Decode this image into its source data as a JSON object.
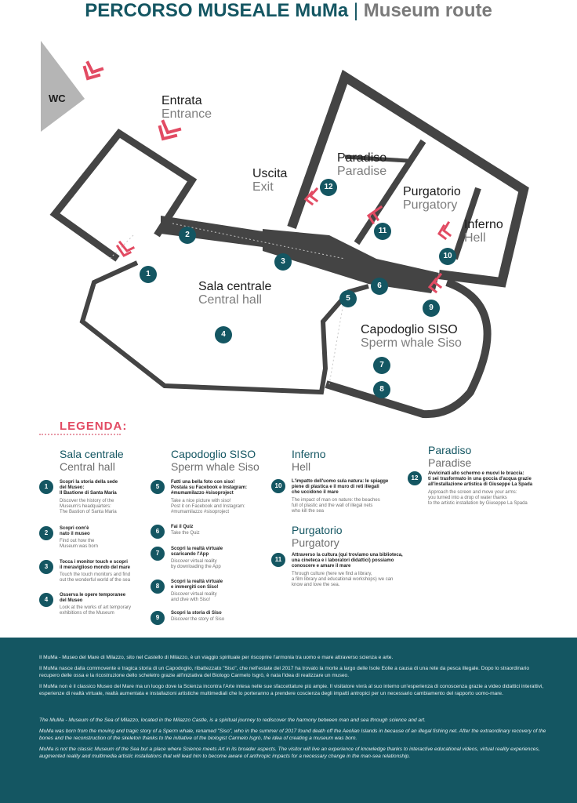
{
  "header": {
    "title_it": "PERCORSO MUSEALE MuMa",
    "separator": "|",
    "title_en": "Museum route"
  },
  "map": {
    "wc": "WC",
    "rooms": {
      "entrata": {
        "it": "Entrata",
        "en": "Entrance"
      },
      "uscita": {
        "it": "Uscita",
        "en": "Exit"
      },
      "paradiso": {
        "it": "Paradiso",
        "en": "Paradise"
      },
      "purgatorio": {
        "it": "Purgatorio",
        "en": "Purgatory"
      },
      "inferno": {
        "it": "Inferno",
        "en": "Hell"
      },
      "sala": {
        "it": "Sala centrale",
        "en": "Central hall"
      },
      "capodoglio": {
        "it": "Capodoglio SISO",
        "en": "Sperm whale Siso"
      }
    },
    "stops": [
      "1",
      "2",
      "3",
      "4",
      "5",
      "6",
      "7",
      "8",
      "9",
      "10",
      "11",
      "12"
    ],
    "colors": {
      "walls": "#444444",
      "accent": "#e24b63",
      "pin": "#145662",
      "wc": "#b5b5b5"
    }
  },
  "legend": {
    "title": "LEGENDA:",
    "sections": {
      "sala": {
        "it": "Sala centrale",
        "en": "Central hall"
      },
      "capodoglio": {
        "it": "Capodoglio SISO",
        "en": "Sperm whale Siso"
      },
      "inferno": {
        "it": "Inferno",
        "en": "Hell"
      },
      "purgatorio": {
        "it": "Purgatorio",
        "en": "Purgatory"
      },
      "paradiso": {
        "it": "Paradiso",
        "en": "Paradise"
      }
    },
    "items": [
      {
        "num": "1",
        "it": "Scopri la storia della sede\ndel Museo:\nIl Bastione di Santa Maria",
        "en": "Discover the history of the\nMuseum's headquarters:\nThe Bastion of Santa Maria"
      },
      {
        "num": "2",
        "it": "Scopri com'è\nnato il museo",
        "en": "Find out how the\nMuseum was born"
      },
      {
        "num": "3",
        "it": "Tocca i monitor touch e scopri\nil meraviglioso mondo del mare",
        "en": "Touch the touch monitors and find\nout the wonderful world of the sea"
      },
      {
        "num": "4",
        "it": "Osserva le opere temporanee\ndel Museo",
        "en": "Look at the works of art temporary\nexhibitions of the Museum"
      },
      {
        "num": "5",
        "it": "Fatti una bella foto con siso!\nPostala su Facebook e Instagram:\n#mumamilazzo #sisoproject",
        "en": "Take a nice picture with siso!\nPost it on Facebook and Instagram:\n#mumamilazzo #sisoproject"
      },
      {
        "num": "6",
        "it": "Fai il Quiz",
        "en": "Take the Quiz"
      },
      {
        "num": "7",
        "it": "Scopri la realtà virtuale\nscaricando l'App",
        "en": "Discover virtual reality\nby downloading the App"
      },
      {
        "num": "8",
        "it": "Scopri la realtà virtuale\ne immergiti con Siso!",
        "en": "Discover virtual reality\nand dive with Siso!"
      },
      {
        "num": "9",
        "it": "Scopri la storia di Siso",
        "en": "Discover the story of Siso"
      },
      {
        "num": "10",
        "it": "L'impatto dell'uomo sula natura: le spiagge\npiene di plastica e il muro di reti illegali\nche uccidono il mare",
        "en": "The impact of man on nature: the beaches\nfull of plastic and the wall of illegal nets\nwho kill the sea"
      },
      {
        "num": "11",
        "it": "Attraverso la cultura (qui troviamo una biblioteca,\nuna cineteca e i laboratori didattici) possiamo\nconoscere e amare il mare",
        "en": "Through culture (here we find a library,\na film library and educational workshops) we can\nknow and love the sea."
      },
      {
        "num": "12",
        "it": "Avvicinati allo schermo e muovi le braccia:\nti sei trasformato in una goccia d'acqua grazie\nall'installazione artistica di Giuseppe La Spada",
        "en": "Approach the screen and move your arms:\nyou turned into a drop of water thanks\nto the artistic installation by Giuseppe La Spada"
      }
    ]
  },
  "footer": {
    "it_1": "Il MuMa - Museo del Mare di Milazzo, sito nel Castello di Milazzo, è un viaggio spirituale per riscoprire l'armonia tra uomo e mare attraverso scienza e arte.",
    "it_2": "Il MuMa nasce dalla commovente e tragica storia di un Capodoglio, ribattezzato \"Siso\", che nell'estate del 2017 ha trovato la morte a largo delle Isole Eolie a causa di una rete da pesca illegale. Dopo lo straordinario recupero delle ossa e la ricostruzione dello scheletro grazie all'iniziativa del Biologo Carmelo Isgrò, è nata l'idea di realizzare un museo.",
    "it_3": "Il MuMa non è il classico Museo del Mare ma un luogo dove la Scienza incontra l'Arte intesa nelle sue sfaccettature più ampie. Il visitatore vivrà al suo interno un'esperienza di conoscenza grazie a video didattici interattivi, esperienze di realtà virtuale, realtà aumentata e installazioni artistiche multimediali che lo porteranno a prendere coscienza degli impatti antropici per un necessario cambiamento del rapporto uomo-mare.",
    "en_1": "The MuMa - Museum of the Sea of Milazzo, located in the Milazzo Castle, is a spiritual journey to rediscover the harmony between man and sea through science and art.",
    "en_2": "MuMa was born from the moving and tragic story of a Sperm whale, renamed \"Siso\", who in the summer of 2017 found death off the Aeolian Islands in because of an illegal fishing net. After the extraordinary recovery of the bones and the reconstruction of the skeleton thanks to the initiative of the biologist Carmelo Isgrò, the idea of creating a museum was born.",
    "en_3": "MuMa is not the classic Museum of the Sea but a place where Science meets Art in its broader aspects. The visitor will live an experience of knowledge thanks to interactive educational videos, virtual reality experiences, augmented reality and multimedia artistic installations that will lead him to become aware of anthropic impacts for a necessary change in the man-sea relationship."
  }
}
